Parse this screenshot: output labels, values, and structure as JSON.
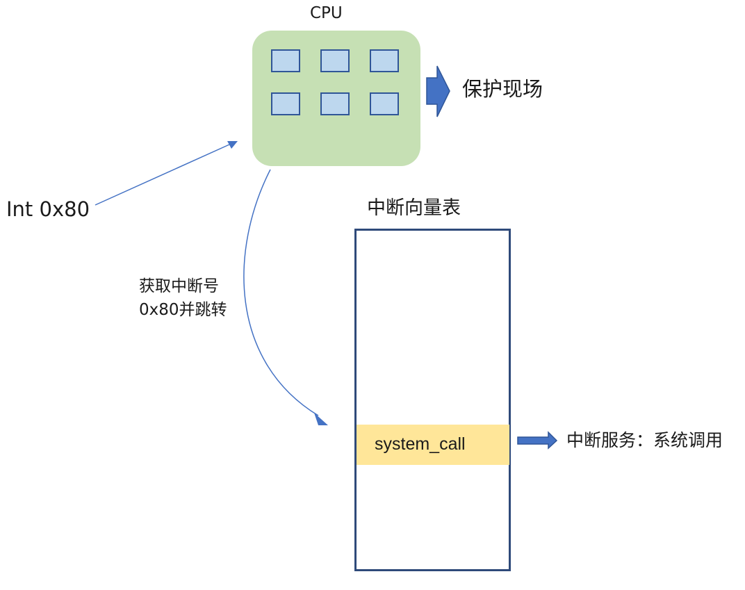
{
  "cpu": {
    "title": "CPU",
    "register_count": 6
  },
  "labels": {
    "protect_context": "保护现场",
    "interrupt_instruction": "Int 0x80",
    "jump_line_1": "获取中断号",
    "jump_line_2": "0x80并跳转"
  },
  "vector_table": {
    "title": "中断向量表",
    "entry": "system_call",
    "service": "中断服务：系统调用"
  },
  "colors": {
    "cpu_fill": "#c6e0b4",
    "register_fill": "#bdd7ee",
    "register_border": "#2f5597",
    "arrow_blue": "#4472c4",
    "table_border": "#2f4a7a",
    "entry_fill": "#ffe699"
  }
}
